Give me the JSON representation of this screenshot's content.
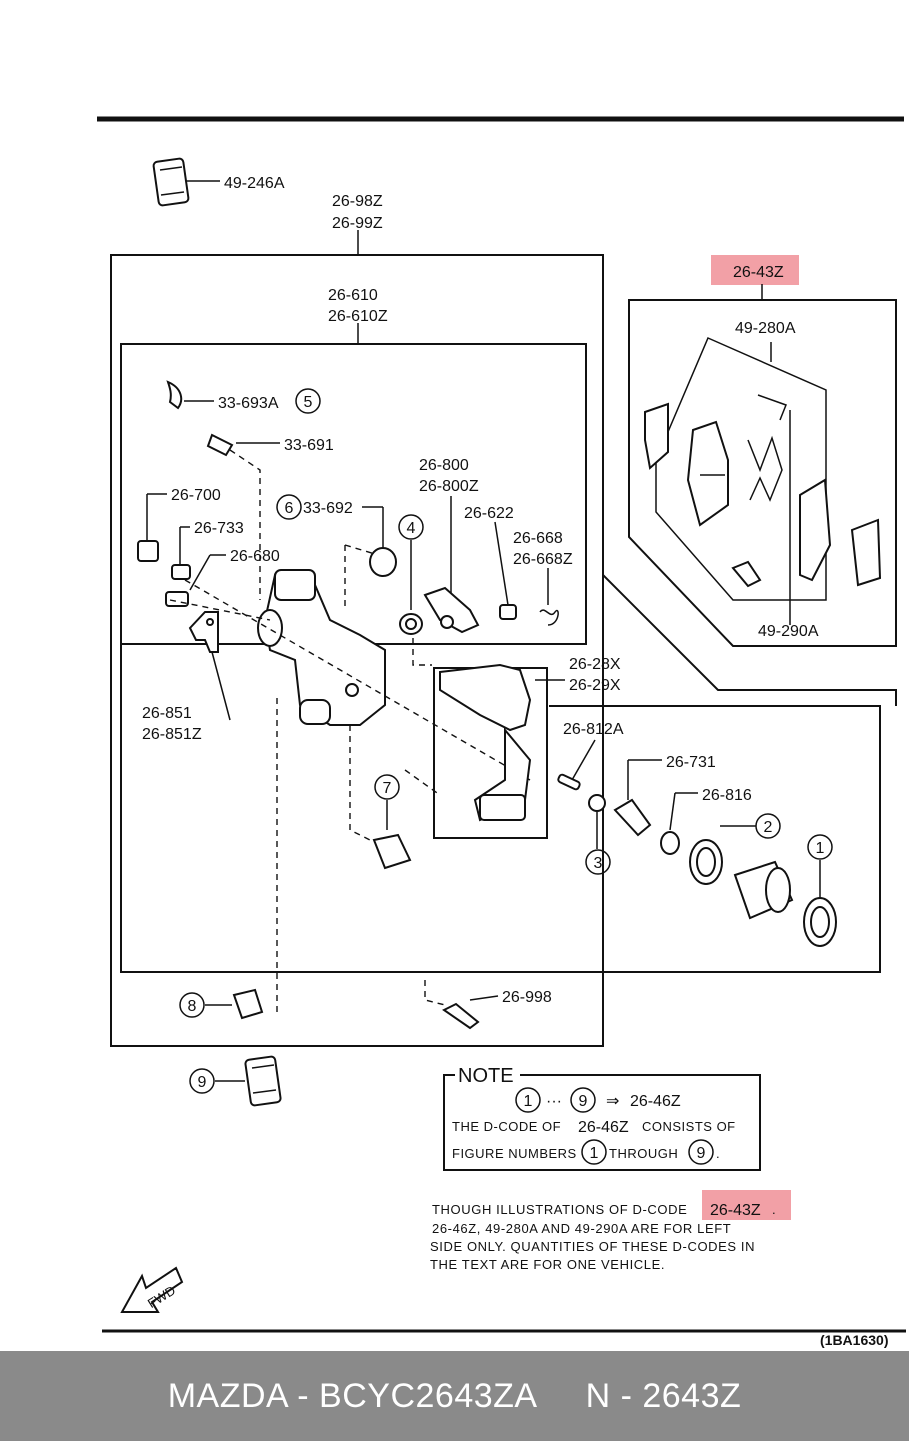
{
  "labels": {
    "l_49_246A": "49-246A",
    "l_26_98Z": "26-98Z",
    "l_26_99Z": "26-99Z",
    "l_26_610": "26-610",
    "l_26_610Z": "26-610Z",
    "l_26_43Z": "26-43Z",
    "l_49_280A": "49-280A",
    "l_49_290A": "49-290A",
    "l_33_693A": "33-693A",
    "l_33_691": "33-691",
    "l_26_700": "26-700",
    "l_26_733": "26-733",
    "l_26_680": "26-680",
    "l_33_692": "33-692",
    "l_26_800": "26-800",
    "l_26_800Z": "26-800Z",
    "l_26_622": "26-622",
    "l_26_668": "26-668",
    "l_26_668Z": "26-668Z",
    "l_26_851": "26-851",
    "l_26_851Z": "26-851Z",
    "l_26_28X": "26-28X",
    "l_26_29X": "26-29X",
    "l_26_812A": "26-812A",
    "l_26_731": "26-731",
    "l_26_816": "26-816",
    "l_26_998": "26-998"
  },
  "circled": {
    "c1": "1",
    "c2": "2",
    "c3": "3",
    "c4": "4",
    "c5": "5",
    "c6": "6",
    "c7": "7",
    "c8": "8",
    "c9": "9"
  },
  "note": {
    "title": "NOTE",
    "range_from": "1",
    "range_dots": "···",
    "range_to": "9",
    "arrow": "⇒",
    "code": "26-46Z",
    "line2_a": "THE D-CODE OF",
    "line2_code": "26-46Z",
    "line2_b": "CONSISTS OF",
    "line3_a": "FIGURE NUMBERS",
    "line3_from": "1",
    "line3_mid": "THROUGH",
    "line3_to": "9",
    "line3_end": "."
  },
  "disclaimer": {
    "line1_a": "THOUGH ILLUSTRATIONS OF D-CODE",
    "line1_code": "26-43Z",
    "line1_end": ".",
    "line2": "26-46Z, 49-280A AND 49-290A ARE FOR LEFT",
    "line3": "SIDE ONLY. QUANTITIES OF THESE D-CODES IN",
    "line4": "THE TEXT ARE FOR ONE VEHICLE."
  },
  "fwd_label": "FWD",
  "figure_code": "(1BA1630)",
  "highlight_color": "#f2a0a6",
  "footer": {
    "left": "MAZDA - BCYC2643ZA",
    "right": "N - 2643Z"
  }
}
